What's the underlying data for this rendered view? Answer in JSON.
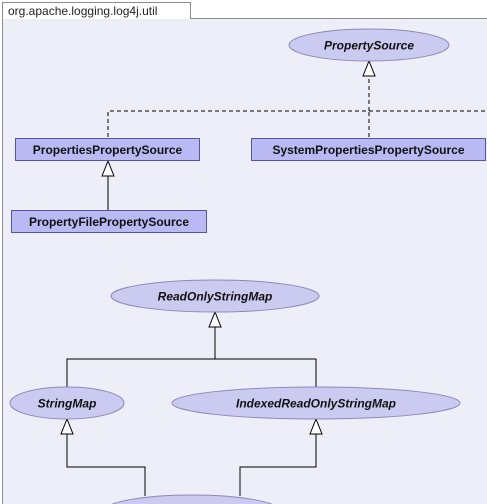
{
  "package_tab": {
    "label": "org.apache.logging.log4j.util"
  },
  "nodes": {
    "property_source": {
      "label": "PropertySource",
      "kind": "interface"
    },
    "properties_property_source": {
      "label": "PropertiesPropertySource",
      "kind": "class"
    },
    "system_properties_property_source": {
      "label": "SystemPropertiesPropertySource",
      "kind": "class"
    },
    "property_file_property_source": {
      "label": "PropertyFilePropertySource",
      "kind": "class"
    },
    "read_only_string_map": {
      "label": "ReadOnlyStringMap",
      "kind": "interface"
    },
    "string_map": {
      "label": "StringMap",
      "kind": "interface"
    },
    "indexed_read_only_string_map": {
      "label": "IndexedReadOnlyStringMap",
      "kind": "interface"
    },
    "partial_bottom_node": {
      "label": "",
      "kind": "interface"
    }
  },
  "edges": [
    {
      "from": "properties_property_source",
      "to": "property_source",
      "type": "implements"
    },
    {
      "from": "system_properties_property_source",
      "to": "property_source",
      "type": "implements"
    },
    {
      "from": "property_file_property_source",
      "to": "properties_property_source",
      "type": "extends"
    },
    {
      "from": "string_map",
      "to": "read_only_string_map",
      "type": "extends"
    },
    {
      "from": "indexed_read_only_string_map",
      "to": "read_only_string_map",
      "type": "extends"
    },
    {
      "from": "partial_bottom_node",
      "to": "string_map",
      "type": "extends"
    },
    {
      "from": "partial_bottom_node",
      "to": "indexed_read_only_string_map",
      "type": "extends"
    }
  ],
  "colors": {
    "panel_background": "#eeeef9",
    "class_fill": "#b9b9f4",
    "interface_fill": "#cbcbf2",
    "line": "#000000"
  }
}
